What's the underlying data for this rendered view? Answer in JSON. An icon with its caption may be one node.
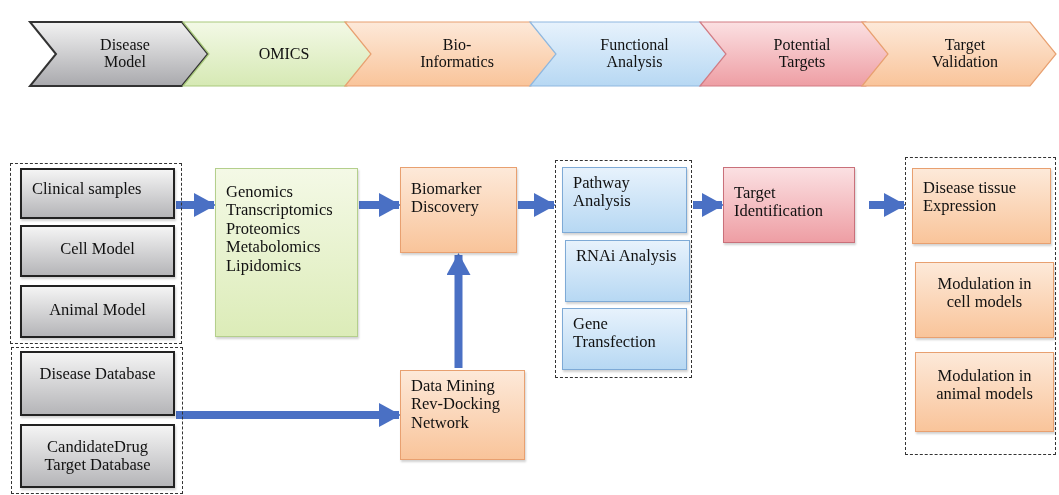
{
  "diagram": {
    "nodes": [
      {
        "text": [
          "Disease Model"
        ]
      },
      {
        "text": [
          "OMICS"
        ]
      },
      {
        "text": [
          "Bio-Informatics"
        ]
      },
      {
        "text": [
          "Functional Analysis"
        ]
      },
      {
        "text": [
          "Potential Targets"
        ]
      },
      {
        "text": [
          "Target Validation"
        ]
      },
      {
        "text": [],
        "shape": "box"
      },
      {
        "text": [
          "Clinical samples"
        ],
        "in": 6
      },
      {
        "text": [
          "Cell Model"
        ],
        "in": 6
      },
      {
        "text": [
          "Animal Model"
        ],
        "in": 6
      },
      {
        "text": [],
        "shape": "box"
      },
      {
        "text": [
          "Disease Database"
        ],
        "in": 10
      },
      {
        "text": [
          "CandidateDrug Target Database"
        ],
        "in": 10
      },
      {
        "text": [
          "Genomics",
          "Transcriptomics",
          "Proteomics",
          "Metabolomics",
          "Lipidomics"
        ]
      },
      {
        "text": [
          "Biomarker Discovery"
        ]
      },
      {
        "text": [
          "Data Mining Rev-Docking Network"
        ]
      },
      {
        "text": [],
        "shape": "box"
      },
      {
        "text": [
          "Pathway Analysis"
        ],
        "in": 16
      },
      {
        "text": [
          "RNAi Analysis"
        ],
        "in": 16
      },
      {
        "text": [
          "Gene Transfection"
        ],
        "in": 16
      },
      {
        "text": [
          "Target Identification"
        ]
      },
      {
        "text": [],
        "shape": "box"
      },
      {
        "text": [
          "Disease tissue Expression"
        ],
        "in": 21
      },
      {
        "text": [
          "Modulation in cell models"
        ],
        "in": 21
      },
      {
        "text": [
          "Modulation in animal models"
        ],
        "in": 21
      }
    ],
    "edges": [
      {
        "from": 7,
        "to": 13,
        "arrow": "to"
      },
      {
        "from": 13,
        "to": 14,
        "arrow": "to"
      },
      {
        "from": 14,
        "to": 16,
        "arrow": "to"
      },
      {
        "from": 16,
        "to": 20,
        "arrow": "to"
      },
      {
        "from": 20,
        "to": 21,
        "arrow": "to"
      },
      {
        "from": 11,
        "to": 15,
        "arrow": "to"
      },
      {
        "from": 15,
        "to": 14,
        "arrow": "to"
      }
    ]
  }
}
